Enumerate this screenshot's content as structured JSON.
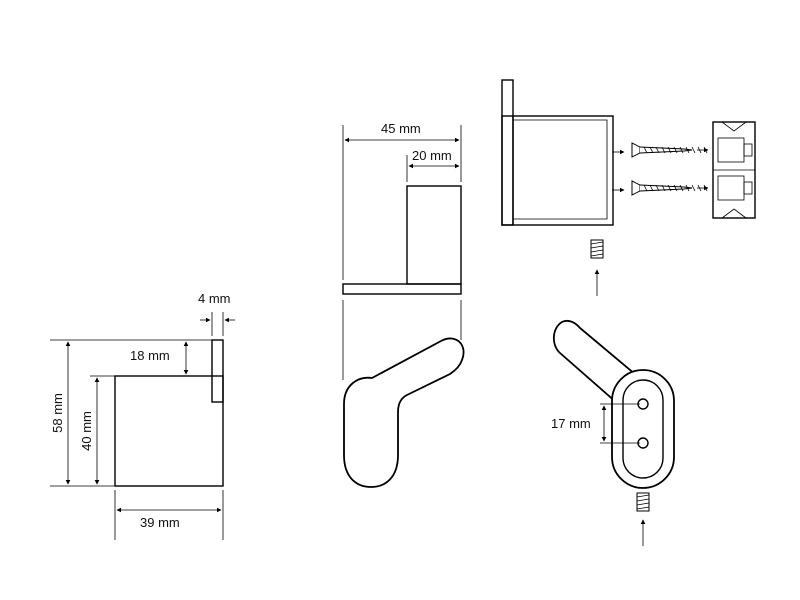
{
  "dimensions": {
    "total_height": "58 mm",
    "inner_height": "40 mm",
    "top_offset": "18 mm",
    "plate_thickness": "4 mm",
    "width": "39 mm",
    "depth_total": "45 mm",
    "depth_arm": "20 mm",
    "hole_spacing": "17 mm"
  },
  "icons": [
    "screw-icon",
    "wall-anchor-icon",
    "grub-screw-icon",
    "arrow-icon"
  ]
}
